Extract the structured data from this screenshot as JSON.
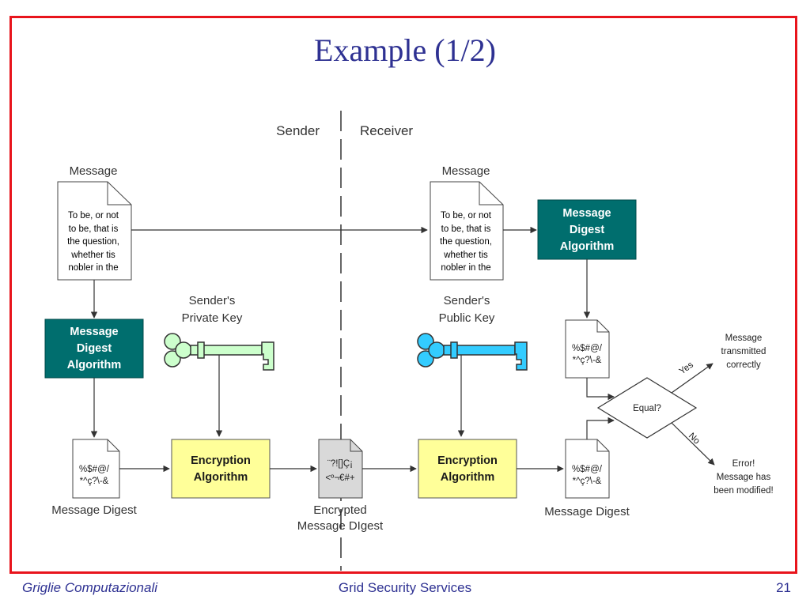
{
  "slide": {
    "title": "Example (1/2)",
    "footer_left": "Griglie Computazionali",
    "footer_center": "Grid Security Services",
    "page_number": "21"
  },
  "diagram": {
    "sender_label": "Sender",
    "receiver_label": "Receiver",
    "message_label": "Message",
    "message_lines": [
      "To be, or not",
      "to be, that is",
      "the question,",
      "whether tis",
      "nobler in the"
    ],
    "digest_algorithm_lines": [
      "Message",
      "Digest",
      "Algorithm"
    ],
    "encryption_algorithm_lines": [
      "Encryption",
      "Algorithm"
    ],
    "digest_doc_lines": [
      "%$#@/",
      "*^ç?\\-&"
    ],
    "encrypted_doc_lines": [
      "¨?![]Ç¡",
      "<º¬€#+"
    ],
    "message_digest_label": "Message Digest",
    "encrypted_digest_lines": [
      "Encrypted",
      "Message DIgest"
    ],
    "private_key_lines": [
      "Sender's",
      "Private Key"
    ],
    "public_key_lines": [
      "Sender's",
      "Public Key"
    ],
    "equal_label": "Equal?",
    "yes_label": "Yes",
    "no_label": "No",
    "success_lines": [
      "Message",
      "transmitted",
      "correctly"
    ],
    "error_lines": [
      "Error!",
      "Message has",
      "been modified!"
    ],
    "colors": {
      "digest_box": "#006e6e",
      "encryption_box": "#ffff99",
      "private_key": "#ccffcc",
      "public_key": "#33ccff",
      "frame": "#e8141c",
      "title": "#2e3192"
    }
  }
}
